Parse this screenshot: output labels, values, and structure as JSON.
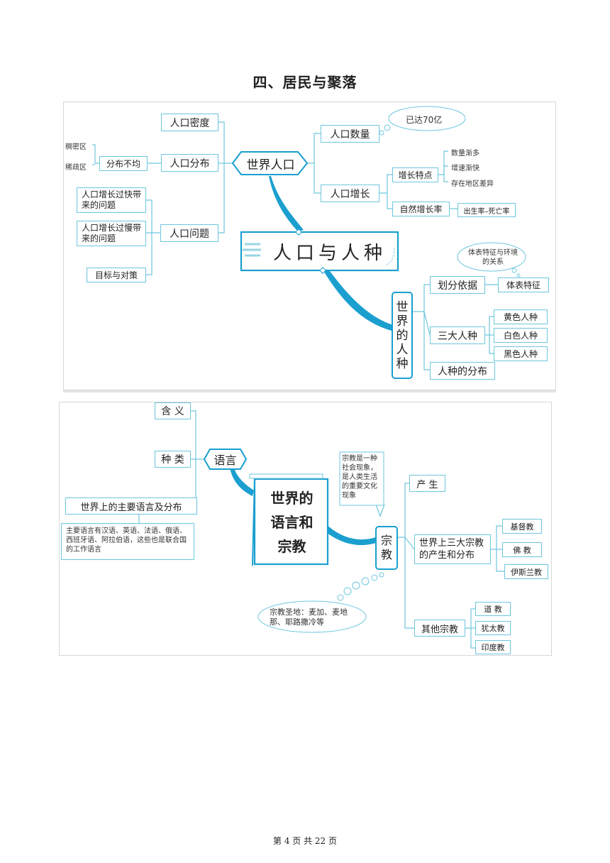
{
  "page_title": "四、居民与聚落",
  "footer": "第 4 页 共 22 页",
  "colors": {
    "line": "#6ec6dd",
    "accent": "#1a9fcf",
    "dark_accent": "#0e7fae"
  },
  "map1": {
    "center": "人口与人种",
    "population": {
      "label": "世界人口",
      "density": "人口密度",
      "distribution": {
        "label": "人口分布",
        "uneven": "分布不均",
        "dense_area": "稠密区",
        "sparse_area": "稀疏区"
      },
      "problems": {
        "label": "人口问题",
        "fast": "人口增长过快带来的问题",
        "slow": "人口增长过慢带来的问题",
        "goals": "目标与对策"
      },
      "quantity": {
        "label": "人口数量",
        "bubble": "已达70亿"
      },
      "growth": {
        "label": "人口增长",
        "features": {
          "label": "增长特点",
          "items": [
            "数量渐多",
            "增速渐快",
            "存在地区差异"
          ]
        },
        "natural_rate": {
          "label": "自然增长率",
          "formula": "出生率–死亡率"
        }
      }
    },
    "race": {
      "label_chars": [
        "世",
        "界",
        "的",
        "人",
        "种"
      ],
      "basis": {
        "label": "划分依据",
        "feature": "体表特征",
        "bubble": "体表特征与环境的关系"
      },
      "three": {
        "label": "三大人种",
        "items": [
          "黄色人种",
          "白色人种",
          "黑色人种"
        ]
      },
      "distribution": "人种的分布"
    }
  },
  "map2": {
    "center_lines": [
      "世界的",
      "语言和",
      "宗教"
    ],
    "language": {
      "label": "语言",
      "meaning": "含 义",
      "types": "种 类",
      "main": "世界上的主要语言及分布",
      "note": "主要语言有汉语、英语、法语、俄语、西班牙语、阿拉伯语，这些也是联合国的工作语言"
    },
    "religion": {
      "label_chars": [
        "宗",
        "教"
      ],
      "note": "宗教是一种社会现象，是人类生活的重要文化现象",
      "origin": "产 生",
      "three": {
        "label": "世界上三大宗教的产生和分布",
        "items": [
          "基督教",
          "佛 教",
          "伊斯兰教"
        ]
      },
      "others": {
        "label": "其他宗教",
        "items": [
          "道 教",
          "犹太教",
          "印度教"
        ]
      },
      "holy": "宗教圣地：麦加、麦地那、耶路撒冷等"
    }
  }
}
